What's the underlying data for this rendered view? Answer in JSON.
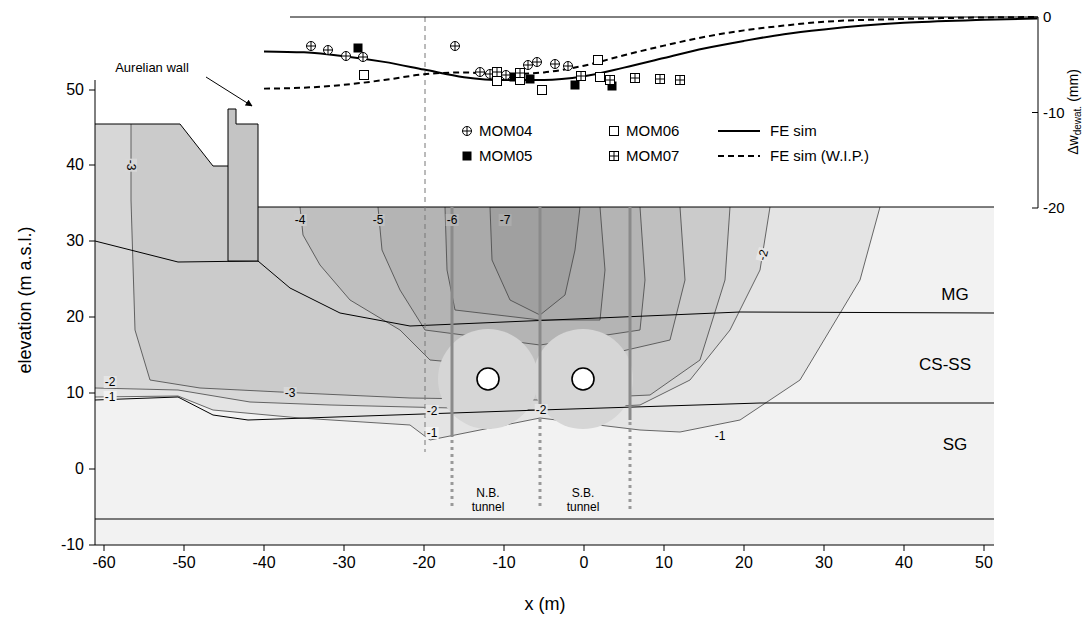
{
  "diagram": {
    "nodes": [
      {
        "text": [
          "N.B. tunnel"
        ]
      },
      {
        "text": [
          "S.B. tunnel"
        ]
      }
    ],
    "labels": [
      "Aurelian wall",
      "MG",
      "CS-SS",
      "SG",
      "-3",
      "-4",
      "-5",
      "-6",
      "-7",
      "-2",
      "-2",
      "-1",
      "-3",
      "-2",
      "-1",
      "-2",
      "-1",
      "50",
      "40",
      "30",
      "20",
      "10",
      "0",
      "-10",
      "-60",
      "-50",
      "-40",
      "-30",
      "-20",
      "-10",
      "0",
      "10",
      "20",
      "30",
      "40",
      "50",
      "elevation (m a.s.l.)",
      "x (m)",
      "0",
      "-10",
      "-20",
      "Δw",
      "dewat.",
      "(mm)"
    ],
    "legend": [
      {
        "text": "MOM04"
      },
      {
        "text": "MOM06"
      },
      {
        "text": "FE sim"
      },
      {
        "text": "MOM05"
      },
      {
        "text": "MOM07"
      },
      {
        "text": "FE sim (W.I.P.)"
      }
    ]
  }
}
